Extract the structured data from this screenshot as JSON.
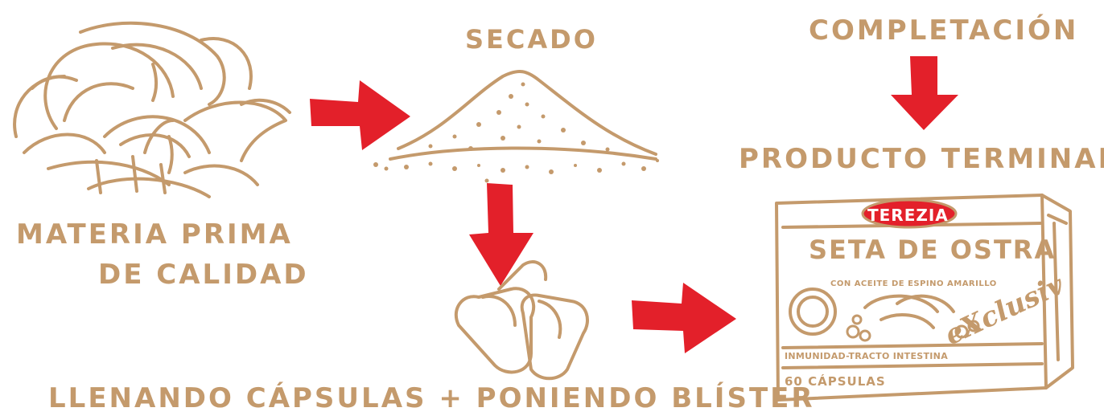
{
  "labels": {
    "raw_material_line1": "MATERIA PRIMA",
    "raw_material_line2": "DE CALIDAD",
    "drying": "SECADO",
    "completion": "COMPLETACIÓN",
    "finished_product": "PRODUCTO TERMINADO",
    "filling": "LLENANDO CÁPSULAS + PONIENDO BLÍSTER"
  },
  "package": {
    "brand": "TEREZIA",
    "product_name": "SETA DE OSTRA",
    "subtitle": "CON ACEITE DE ESPINO AMARILLO",
    "benefit": "INMUNIDAD-TRACTO INTESTINA",
    "edition": "eXclusiv",
    "quantity": "60 CÁPSULAS"
  },
  "colors": {
    "line": "#c49a6c",
    "arrow": "#e3202a",
    "background": "#ffffff"
  }
}
